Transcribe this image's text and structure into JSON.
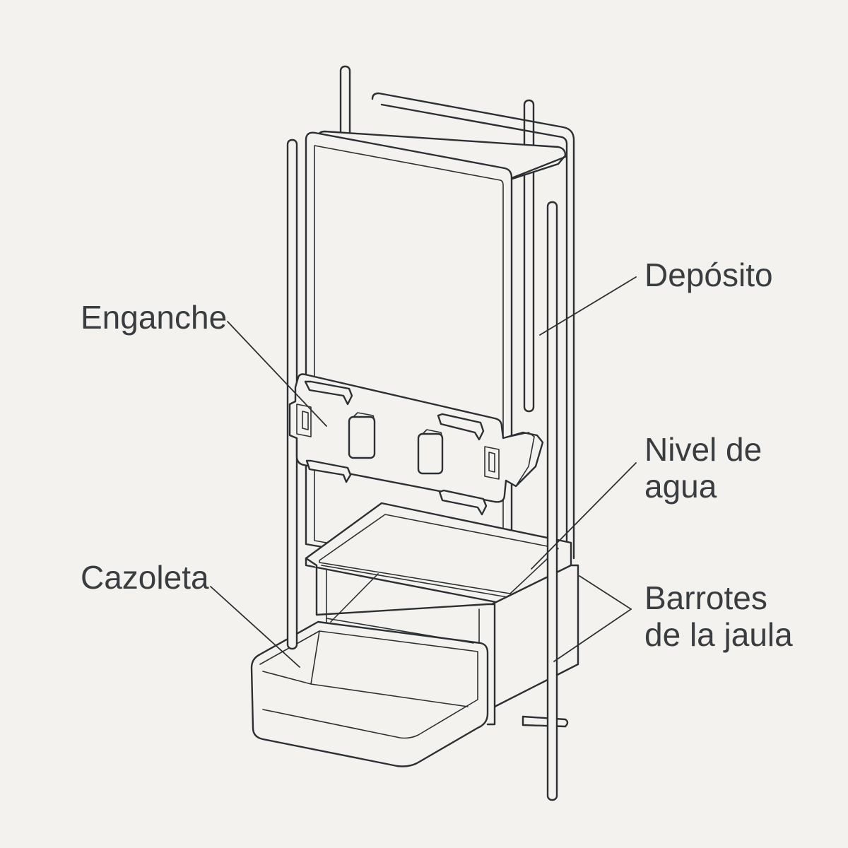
{
  "labels": {
    "deposito": "Depósito",
    "enganche": "Enganche",
    "nivel_line1": "Nivel de",
    "nivel_line2": "agua",
    "cazoleta": "Cazoleta",
    "barrotes_line1": "Barrotes",
    "barrotes_line2": "de la jaula"
  },
  "colors": {
    "background": "#f3f2ee",
    "line": "#2d3033",
    "text": "#3a3d40"
  }
}
